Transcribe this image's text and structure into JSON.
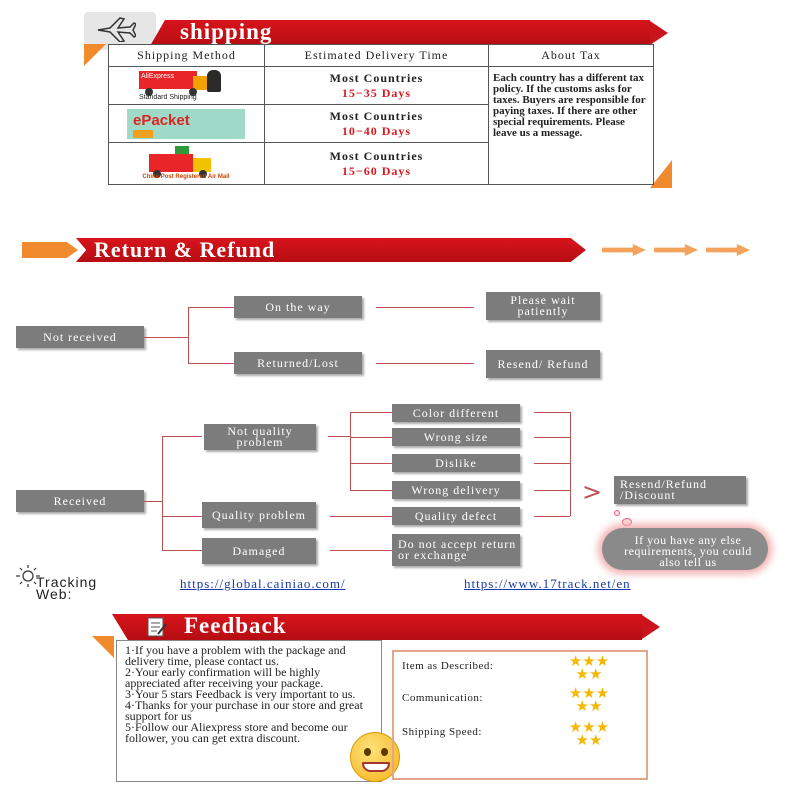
{
  "shipping": {
    "title": "shipping",
    "headers": [
      "Shipping Method",
      "Estimated Delivery Time",
      "About Tax"
    ],
    "rows": [
      {
        "logo_text": "AliExpress",
        "method_caption": "Standard Shipping",
        "countries": "Most Countries",
        "days": "15−35 Days"
      },
      {
        "logo_text": "ePacket",
        "method_caption": "",
        "countries": "Most Countries",
        "days": "10−40 Days"
      },
      {
        "logo_text": "",
        "method_caption": "China Post Registered Air Mail",
        "countries": "Most Countries",
        "days": "15−60 Days"
      }
    ],
    "tax_text": "Each country has a different tax policy. If the customs asks for taxes. Buyers are responsible for paying taxes.  If there are other special requirements. Please leave us a message."
  },
  "refund": {
    "title": "Return & Refund",
    "not_received": "Not received",
    "on_the_way": "On the way",
    "please_wait": "Please wait patiently",
    "returned_lost": "Returned/Lost",
    "resend_refund": "Resend/ Refund",
    "received": "Received",
    "not_quality": "Not quality problem",
    "quality_problem": "Quality problem",
    "damaged": "Damaged",
    "color_different": "Color different",
    "wrong_size": "Wrong size",
    "dislike": "Dislike",
    "wrong_delivery": "Wrong delivery",
    "quality_defect": "Quality defect",
    "do_not_accept": "Do not accept return or exchange",
    "resend_refund_discount": "Resend/Refund /Discount",
    "else_requirements": "If you have any else requirements, you could also tell us",
    "chevron": ">"
  },
  "tracking": {
    "label": "Tracking Web:",
    "link1": "https://global.cainiao.com/",
    "link2": "https://www.17track.net/en"
  },
  "feedback": {
    "title": "Feedback",
    "items": [
      "1·If you have a problem with the package and delivery time, please contact us.",
      "2·Your early confirmation will be highly appreciated after receiving your package.",
      "3·Your 5 stars Feedback is very important to us.",
      "4·Thanks for your purchase in our store and great support for us",
      "5·Follow our Aliexpress store and become our follower, you can get extra discount."
    ],
    "ratings": [
      {
        "label": "Item as Described:",
        "stars": 5
      },
      {
        "label": "Communication:",
        "stars": 5
      },
      {
        "label": "Shipping Speed:",
        "stars": 5
      }
    ]
  },
  "colors": {
    "accent_red": "#d8141c",
    "accent_orange": "#f08a2c",
    "box_gray": "#7c7c7c",
    "star": "#f5b800"
  }
}
